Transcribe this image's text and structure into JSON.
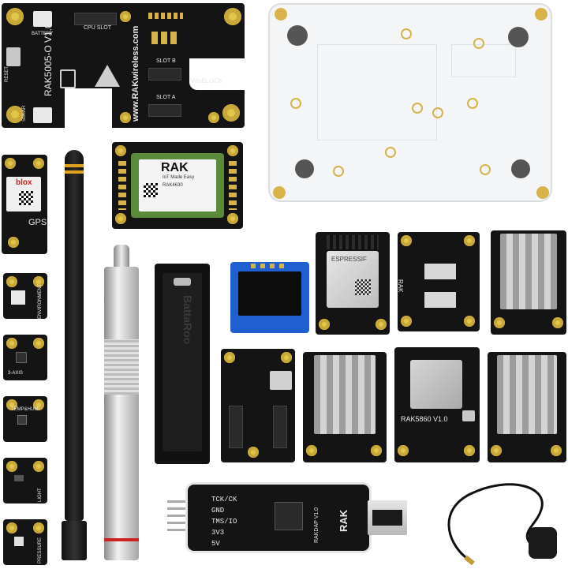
{
  "labels": {
    "baseboard_name": "RAK5005-O V1.0",
    "baseboard_site": "www.RAKwireless.com",
    "cpu_slot": "CPU SLOT",
    "slot_b": "SLOT B",
    "slot_a": "SLOT A",
    "wisblock": "WisBLOCK",
    "battery": "BATTERY",
    "reset": "RESET",
    "solar": "SOLAR",
    "core_brand": "RAK",
    "core_tagline": "IoT Made Easy",
    "core_model": "RAK4630",
    "gps_brand": "blox",
    "gps_label": "GPS",
    "environment": "ENVIRONMENT",
    "axis": "3-AXIS",
    "temphumi": "TEMP&HUMI",
    "light": "LIGHT",
    "pressure": "PRESSURE",
    "battery_holder_text": "BattaRoo",
    "espressif": "ESPRESSIF",
    "rak5860": "RAK5860 V1.0",
    "rak_side": "RAK",
    "daplink_brand": "RAK",
    "daplink_name": "RAKDAP V1.0",
    "tck": "TCK/CK",
    "gnd": "GND",
    "tms": "TMS/IO",
    "v33": "3V3",
    "v5": "5V"
  },
  "colors": {
    "pcb_black": "#141414",
    "gold_pad": "#e2c64a",
    "core_green": "#5a8a3a",
    "oled_blue": "#1f5fd0",
    "acrylic": "#f4f6f7",
    "heatsink": "#b9b9b9",
    "stainless": "#c9c9c9"
  }
}
